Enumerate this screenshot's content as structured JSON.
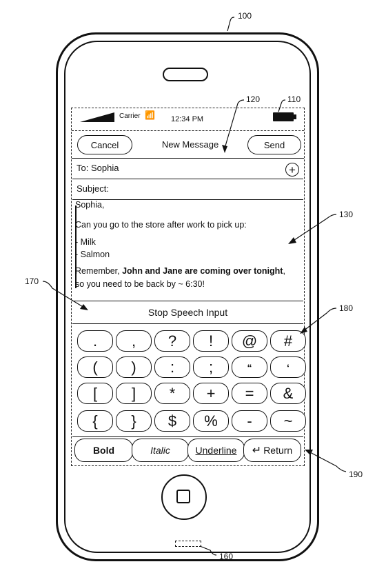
{
  "status_bar": {
    "carrier": "Carrier",
    "time": "12:34 PM"
  },
  "nav": {
    "cancel": "Cancel",
    "title": "New Message",
    "send": "Send"
  },
  "fields": {
    "to": "To: Sophia",
    "subject": "Subject:"
  },
  "body": {
    "greeting": "Sophia,",
    "line1": "Can you go to the store after work to pick up:",
    "item1": "- Milk",
    "item2": "- Salmon",
    "line2_start": "Remember, ",
    "line2_bold": "John and Jane are coming over tonight",
    "line2_end": ",",
    "line3": "so you need to be back by ~ 6:30!"
  },
  "speech": {
    "label": "Stop Speech Input"
  },
  "keyboard": {
    "rows": [
      [
        ".",
        ",",
        "?",
        "!",
        "@",
        "#"
      ],
      [
        "(",
        ")",
        ":",
        ";",
        "“",
        "‘"
      ],
      [
        "[",
        "]",
        "*",
        "+",
        "=",
        "&"
      ],
      [
        "{",
        "}",
        "$",
        "%",
        "-",
        "~"
      ]
    ]
  },
  "format_bar": {
    "bold": "Bold",
    "italic": "Italic",
    "underline": "Underline",
    "return": "Return"
  },
  "reference_numerals": {
    "phone": "100",
    "status_bar": "110",
    "nav_bar": "120",
    "message_body": "130",
    "speech_input": "170",
    "keyboard": "180",
    "format_bar": "190",
    "port": "160"
  }
}
